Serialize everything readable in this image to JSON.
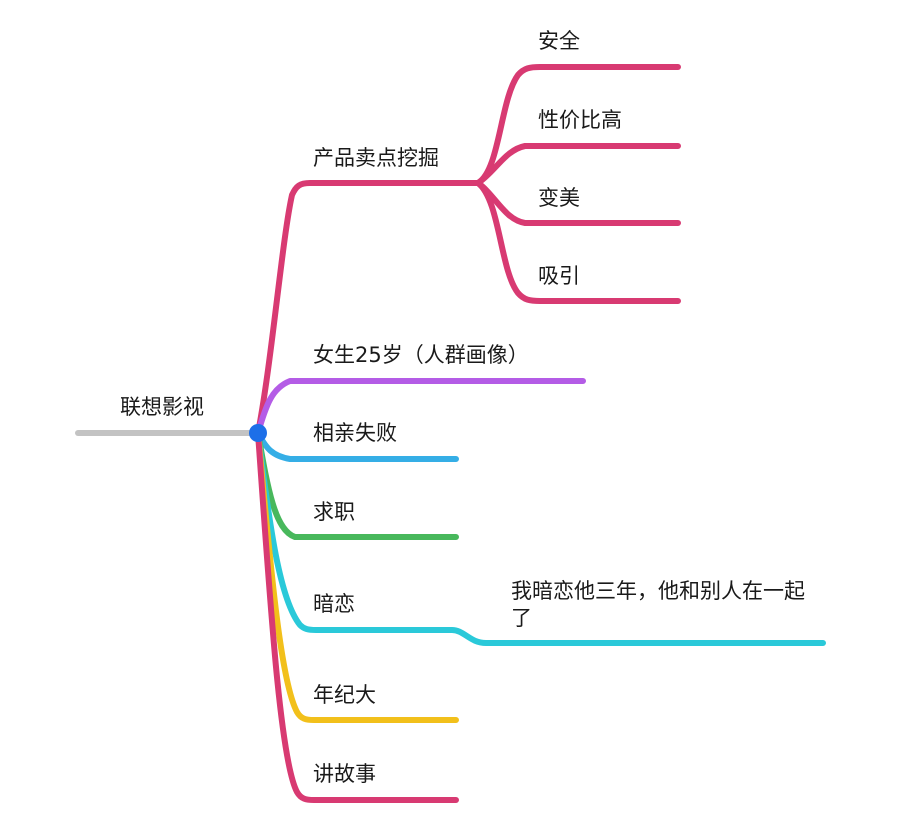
{
  "colors": {
    "root_line": "#c3c3c3",
    "hub": "#1d6fe8",
    "magenta": "#d83a72",
    "purple": "#b45ce6",
    "blue": "#35aee6",
    "green": "#48b85c",
    "cyan": "#2ac9d9",
    "yellow": "#f2c01b"
  },
  "root": {
    "label": "联想影视"
  },
  "branches": [
    {
      "label": "产品卖点挖掘",
      "children": [
        {
          "label": "安全"
        },
        {
          "label": "性价比高"
        },
        {
          "label": "变美"
        },
        {
          "label": "吸引"
        }
      ]
    },
    {
      "label": "女生25岁（人群画像）"
    },
    {
      "label": "相亲失败"
    },
    {
      "label": "求职"
    },
    {
      "label": "暗恋",
      "children": [
        {
          "label": "我暗恋他三年，他和别人在一起了"
        }
      ]
    },
    {
      "label": "年纪大"
    },
    {
      "label": "讲故事"
    }
  ]
}
